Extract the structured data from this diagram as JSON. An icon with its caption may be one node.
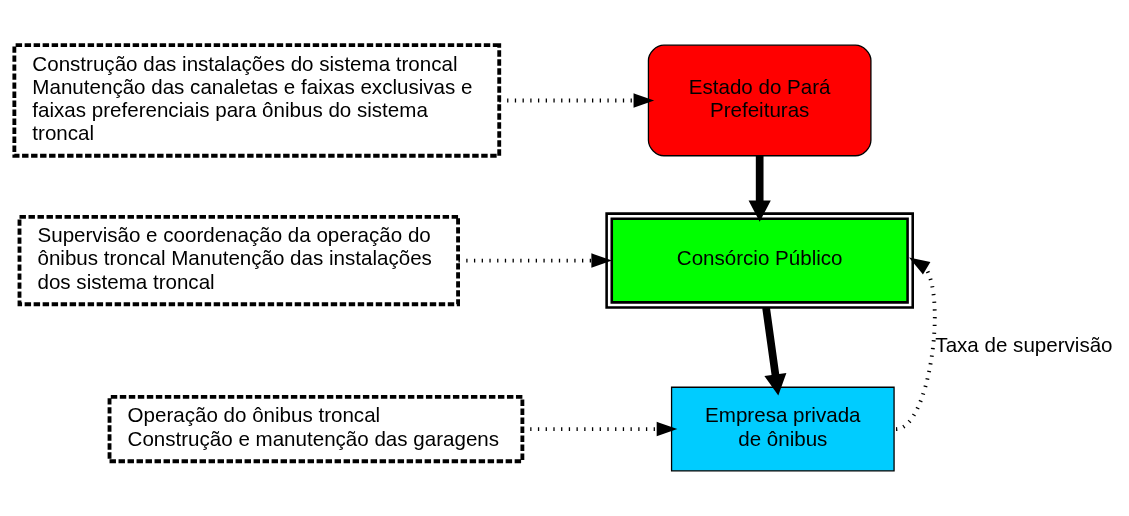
{
  "diagram": {
    "nodes": [
      {
        "text": [
          "Estado do Pará",
          "Prefeituras"
        ]
      },
      {
        "text": [
          "Construção das instalações do sistema troncal",
          "Manutenção das canaletas e faixas exclusivas e faixas preferenciais para ônibus do sistema troncal"
        ]
      },
      {
        "text": [
          "Consórcio Público"
        ]
      },
      {
        "text": [
          "Supervisão e coordenação da operação do ônibus troncal Manutenção das instalações dos sistema troncal"
        ]
      },
      {
        "text": [
          "Empresa privada de ônibus"
        ]
      },
      {
        "text": [
          "Operação do ônibus troncal",
          "Construção e manutenção das garagens"
        ]
      }
    ],
    "edges": [
      {
        "from": 1,
        "to": 0,
        "arrow": "to",
        "style": "dashed"
      },
      {
        "from": 0,
        "to": 2,
        "arrow": "to",
        "style": "thick"
      },
      {
        "from": 3,
        "to": 2,
        "arrow": "to",
        "style": "dashed"
      },
      {
        "from": 4,
        "to": 2,
        "arrow": "to",
        "style": "dashed",
        "label": "Taxa de supervisão"
      },
      {
        "from": 2,
        "to": 4,
        "arrow": "to",
        "style": "thick"
      },
      {
        "from": 5,
        "to": 4,
        "arrow": "to",
        "style": "dashed"
      }
    ]
  }
}
